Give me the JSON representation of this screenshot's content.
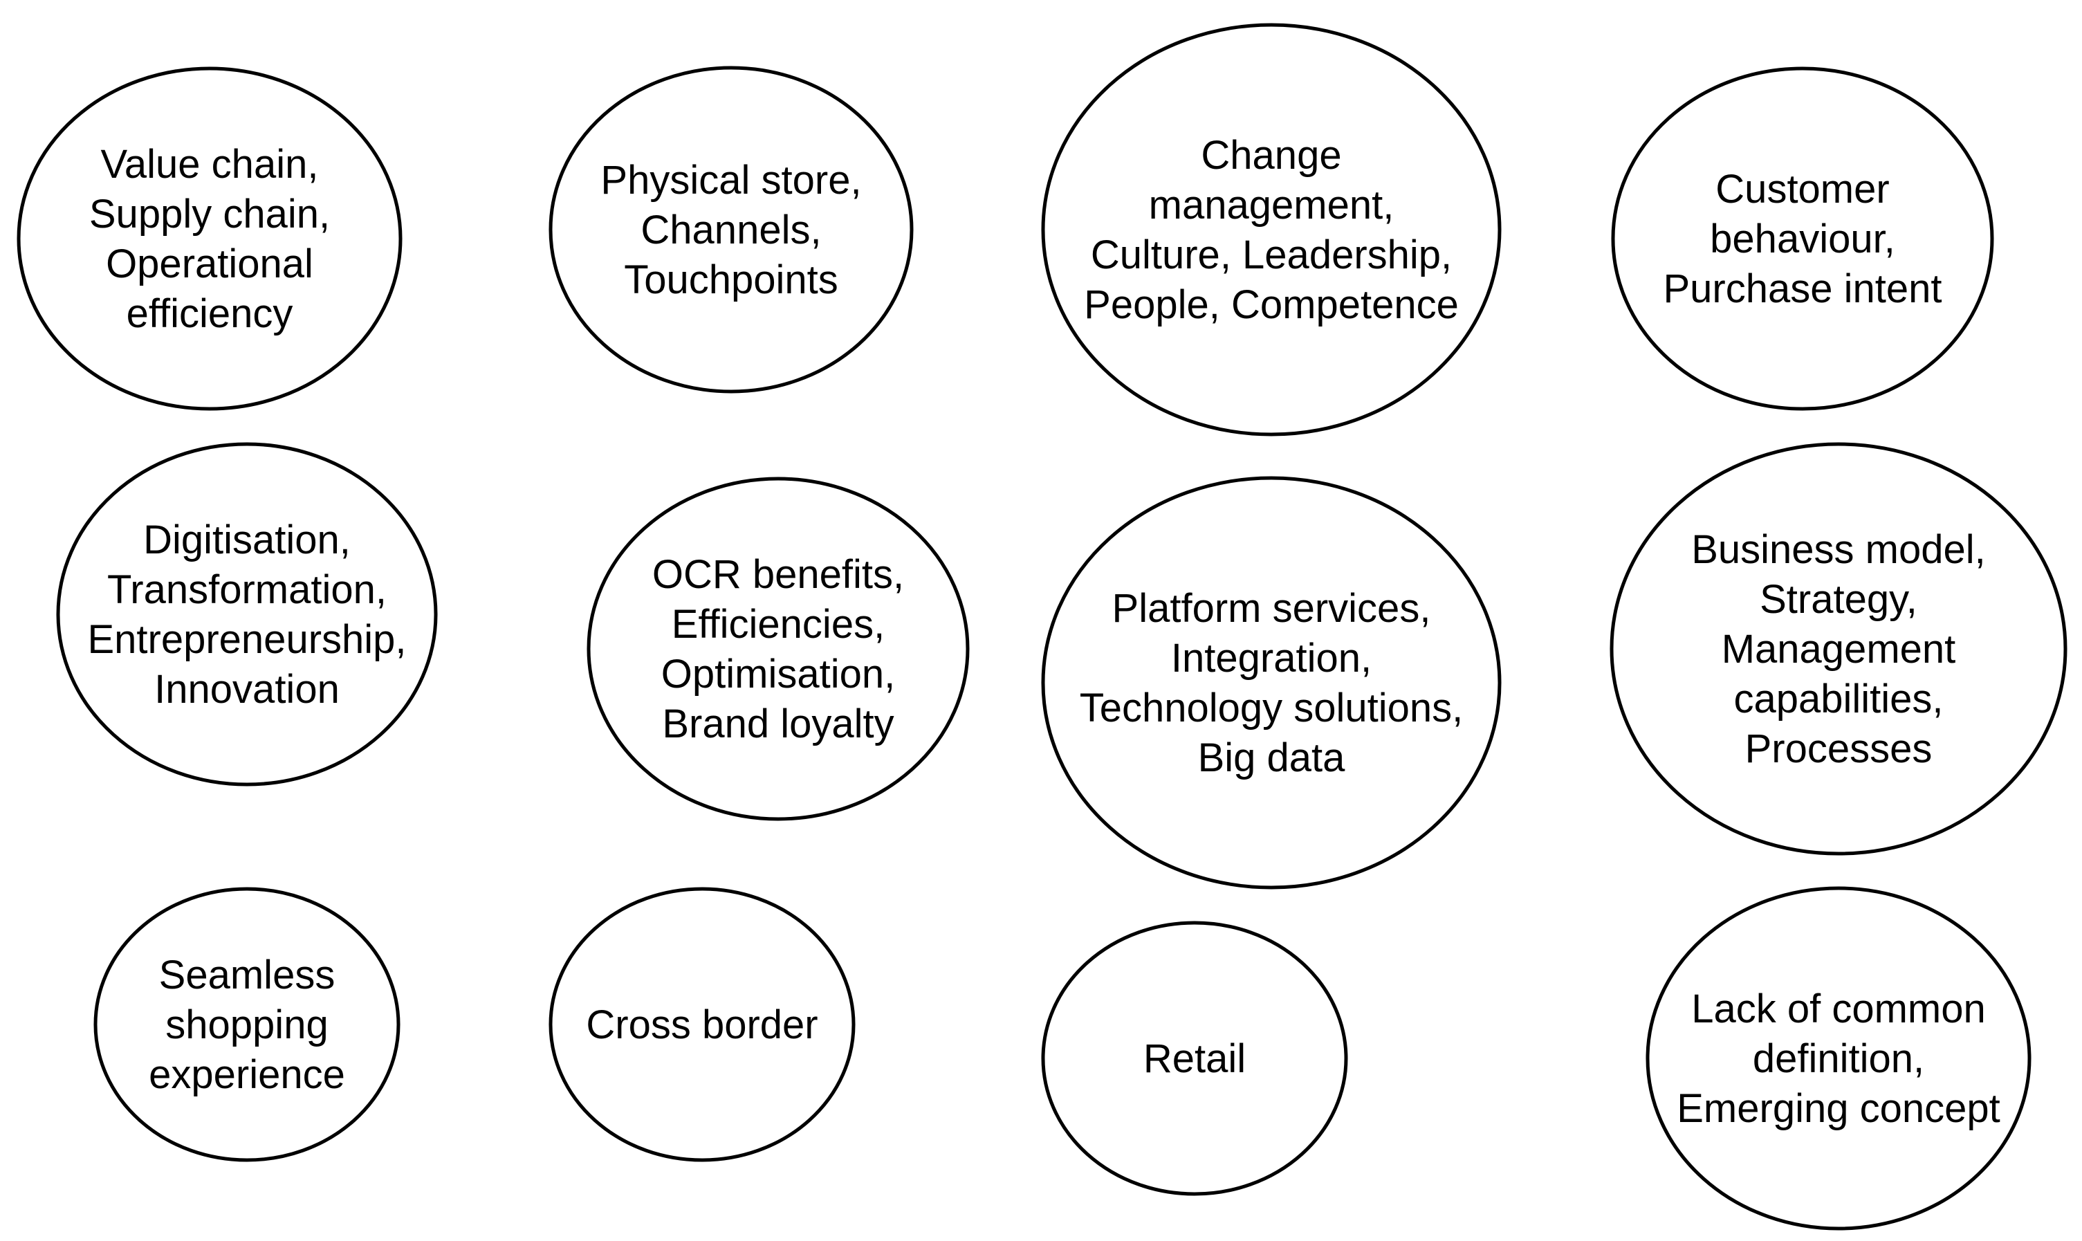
{
  "colors": {
    "background": "#ffffff",
    "outline": "#000000",
    "text": "#000000"
  },
  "bubbles": [
    {
      "id": "value-chain",
      "lines": [
        "Value chain,",
        "Supply chain,",
        "Operational",
        "efficiency"
      ]
    },
    {
      "id": "physical-store",
      "lines": [
        "Physical store,",
        "Channels,",
        "Touchpoints"
      ]
    },
    {
      "id": "change-management",
      "lines": [
        "Change",
        "management,",
        "Culture, Leadership,",
        "People, Competence"
      ]
    },
    {
      "id": "customer-behaviour",
      "lines": [
        "Customer",
        "behaviour,",
        "Purchase intent"
      ]
    },
    {
      "id": "digitisation",
      "lines": [
        "Digitisation,",
        "Transformation,",
        "Entrepreneurship,",
        "Innovation"
      ]
    },
    {
      "id": "ocr-benefits",
      "lines": [
        "OCR benefits,",
        "Efficiencies,",
        "Optimisation,",
        "Brand loyalty"
      ]
    },
    {
      "id": "platform-services",
      "lines": [
        "Platform services,",
        "Integration,",
        "Technology solutions,",
        "Big data"
      ]
    },
    {
      "id": "business-model",
      "lines": [
        "Business model,",
        "Strategy,",
        "Management",
        "capabilities,",
        "Processes"
      ]
    },
    {
      "id": "seamless-shopping",
      "lines": [
        "Seamless",
        "shopping",
        "experience"
      ]
    },
    {
      "id": "cross-border",
      "lines": [
        "Cross border"
      ]
    },
    {
      "id": "retail",
      "lines": [
        "Retail"
      ]
    },
    {
      "id": "lack-of-definition",
      "lines": [
        "Lack of common",
        "definition,",
        "Emerging concept"
      ]
    }
  ]
}
